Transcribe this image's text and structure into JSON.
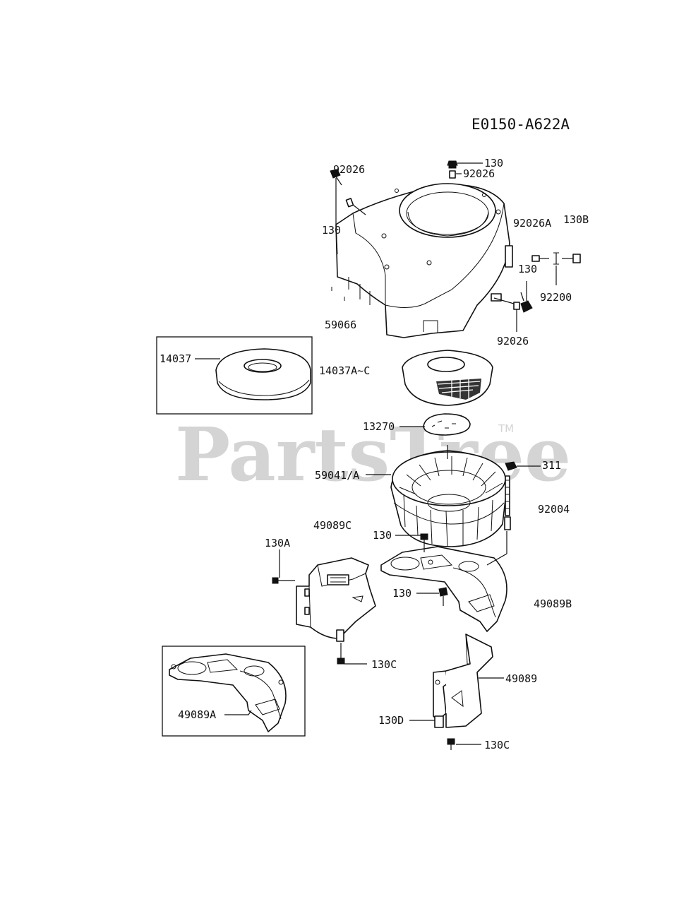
{
  "diagram_code": "E0150-A622A",
  "watermark": {
    "text": "PartsTree",
    "trademark": "TM"
  },
  "callouts": [
    {
      "id": "c-130-top",
      "part": "130"
    },
    {
      "id": "c-92026-top",
      "part": "92026"
    },
    {
      "id": "c-92026-left",
      "part": "92026"
    },
    {
      "id": "c-130-left",
      "part": "130"
    },
    {
      "id": "c-92026A",
      "part": "92026A"
    },
    {
      "id": "c-130B",
      "part": "130B"
    },
    {
      "id": "c-130-right",
      "part": "130"
    },
    {
      "id": "c-92200",
      "part": "92200"
    },
    {
      "id": "c-59066",
      "part": "59066"
    },
    {
      "id": "c-92026-right",
      "part": "92026"
    },
    {
      "id": "c-14037",
      "part": "14037"
    },
    {
      "id": "c-14037A",
      "part": "14037A~C"
    },
    {
      "id": "c-13270",
      "part": "13270"
    },
    {
      "id": "c-59041",
      "part": "59041/A"
    },
    {
      "id": "c-311",
      "part": "311"
    },
    {
      "id": "c-92004",
      "part": "92004"
    },
    {
      "id": "c-49089C",
      "part": "49089C"
    },
    {
      "id": "c-130-mid",
      "part": "130"
    },
    {
      "id": "c-130A",
      "part": "130A"
    },
    {
      "id": "c-130-lower",
      "part": "130"
    },
    {
      "id": "c-49089B",
      "part": "49089B"
    },
    {
      "id": "c-130C-left",
      "part": "130C"
    },
    {
      "id": "c-49089",
      "part": "49089"
    },
    {
      "id": "c-49089A",
      "part": "49089A"
    },
    {
      "id": "c-130D",
      "part": "130D"
    },
    {
      "id": "c-130C-bottom",
      "part": "130C"
    }
  ]
}
